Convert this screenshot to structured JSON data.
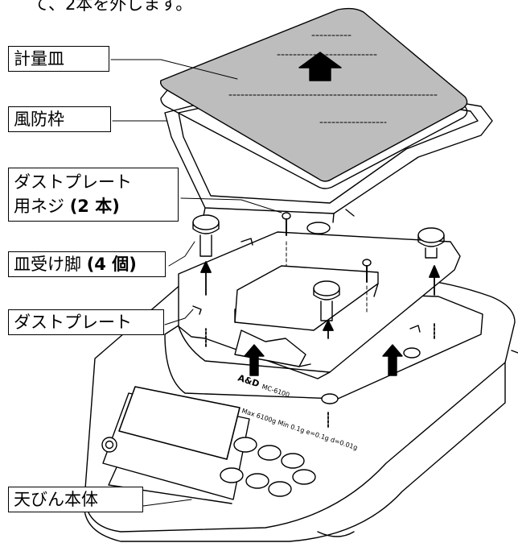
{
  "top_text": "て、2本を外します。",
  "labels": {
    "weighing_pan": "計量皿",
    "breeze_break": "風防枠",
    "dust_plate_screws_line1": "ダストプレート",
    "dust_plate_screws_line2": "用ネジ",
    "dust_plate_screws_count": "(2 本)",
    "pan_support": "皿受け脚",
    "pan_support_count": "(4 個)",
    "dust_plate": "ダストプレート",
    "balance_body": "天びん本体"
  },
  "device": {
    "brand": "A&D",
    "model": "MC-6100",
    "spec": "Max 6100g  Min 0.1g  e=0.1g  d=0.01g"
  },
  "colors": {
    "pan_fill": "#bdbdbd",
    "line": "#000000",
    "background": "#ffffff"
  }
}
